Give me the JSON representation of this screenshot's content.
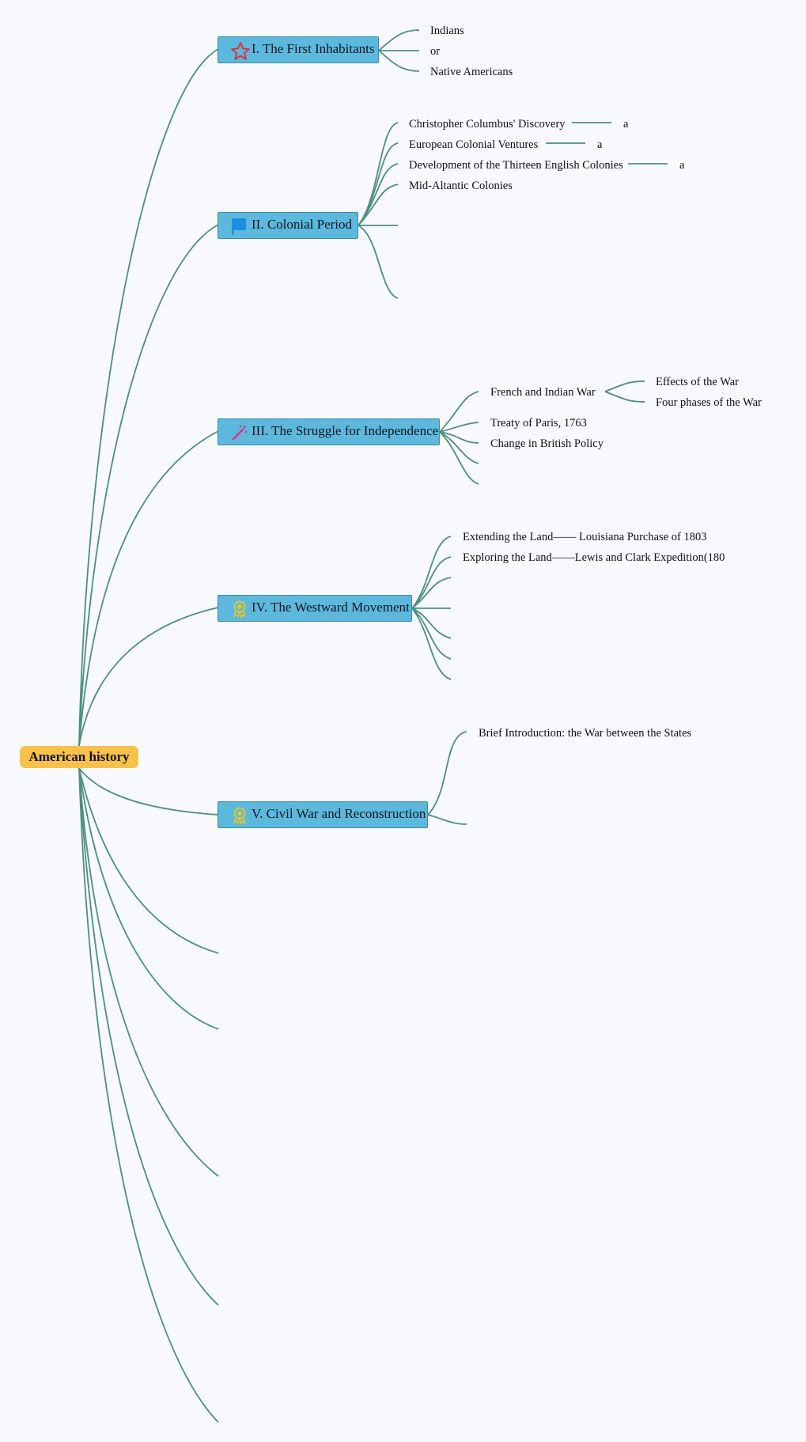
{
  "colors": {
    "background": "#f7f9fd",
    "root": "#f7c24b",
    "topic": "#5cb8dd",
    "topic_border": "#3f8aa8",
    "line": "#4e8f7e"
  },
  "root": {
    "label": "American history"
  },
  "topics": [
    {
      "label": "I. The First Inhabitants",
      "icon": "star-icon",
      "children": [
        "Indians",
        "or",
        "Native Americans"
      ]
    },
    {
      "label": "II. Colonial Period",
      "icon": "flag-icon",
      "children": [
        "Christopher Columbus' Discovery",
        "European Colonial Ventures",
        "Development of the Thirteen English Colonies",
        "Mid-Altantic Colonies"
      ],
      "sub_children": [
        "a",
        "a",
        "a"
      ]
    },
    {
      "label": "III. The Struggle for Independence",
      "icon": "wand-icon",
      "children": [
        "French and Indian War",
        "Treaty of Paris, 1763",
        "Change in British Policy"
      ],
      "sub_children": [
        "Effects of the War",
        "Four phases of the War"
      ]
    },
    {
      "label": "IV. The Westward Movement",
      "icon": "award-icon",
      "children": [
        "Extending the Land—— Louisiana Purchase of 1803",
        "Exploring the Land——Lewis and Clark Expedition(180"
      ]
    },
    {
      "label": "V. Civil War and Reconstruction",
      "icon": "award-icon",
      "children": [
        "Brief Introduction: the War between the States"
      ]
    }
  ]
}
